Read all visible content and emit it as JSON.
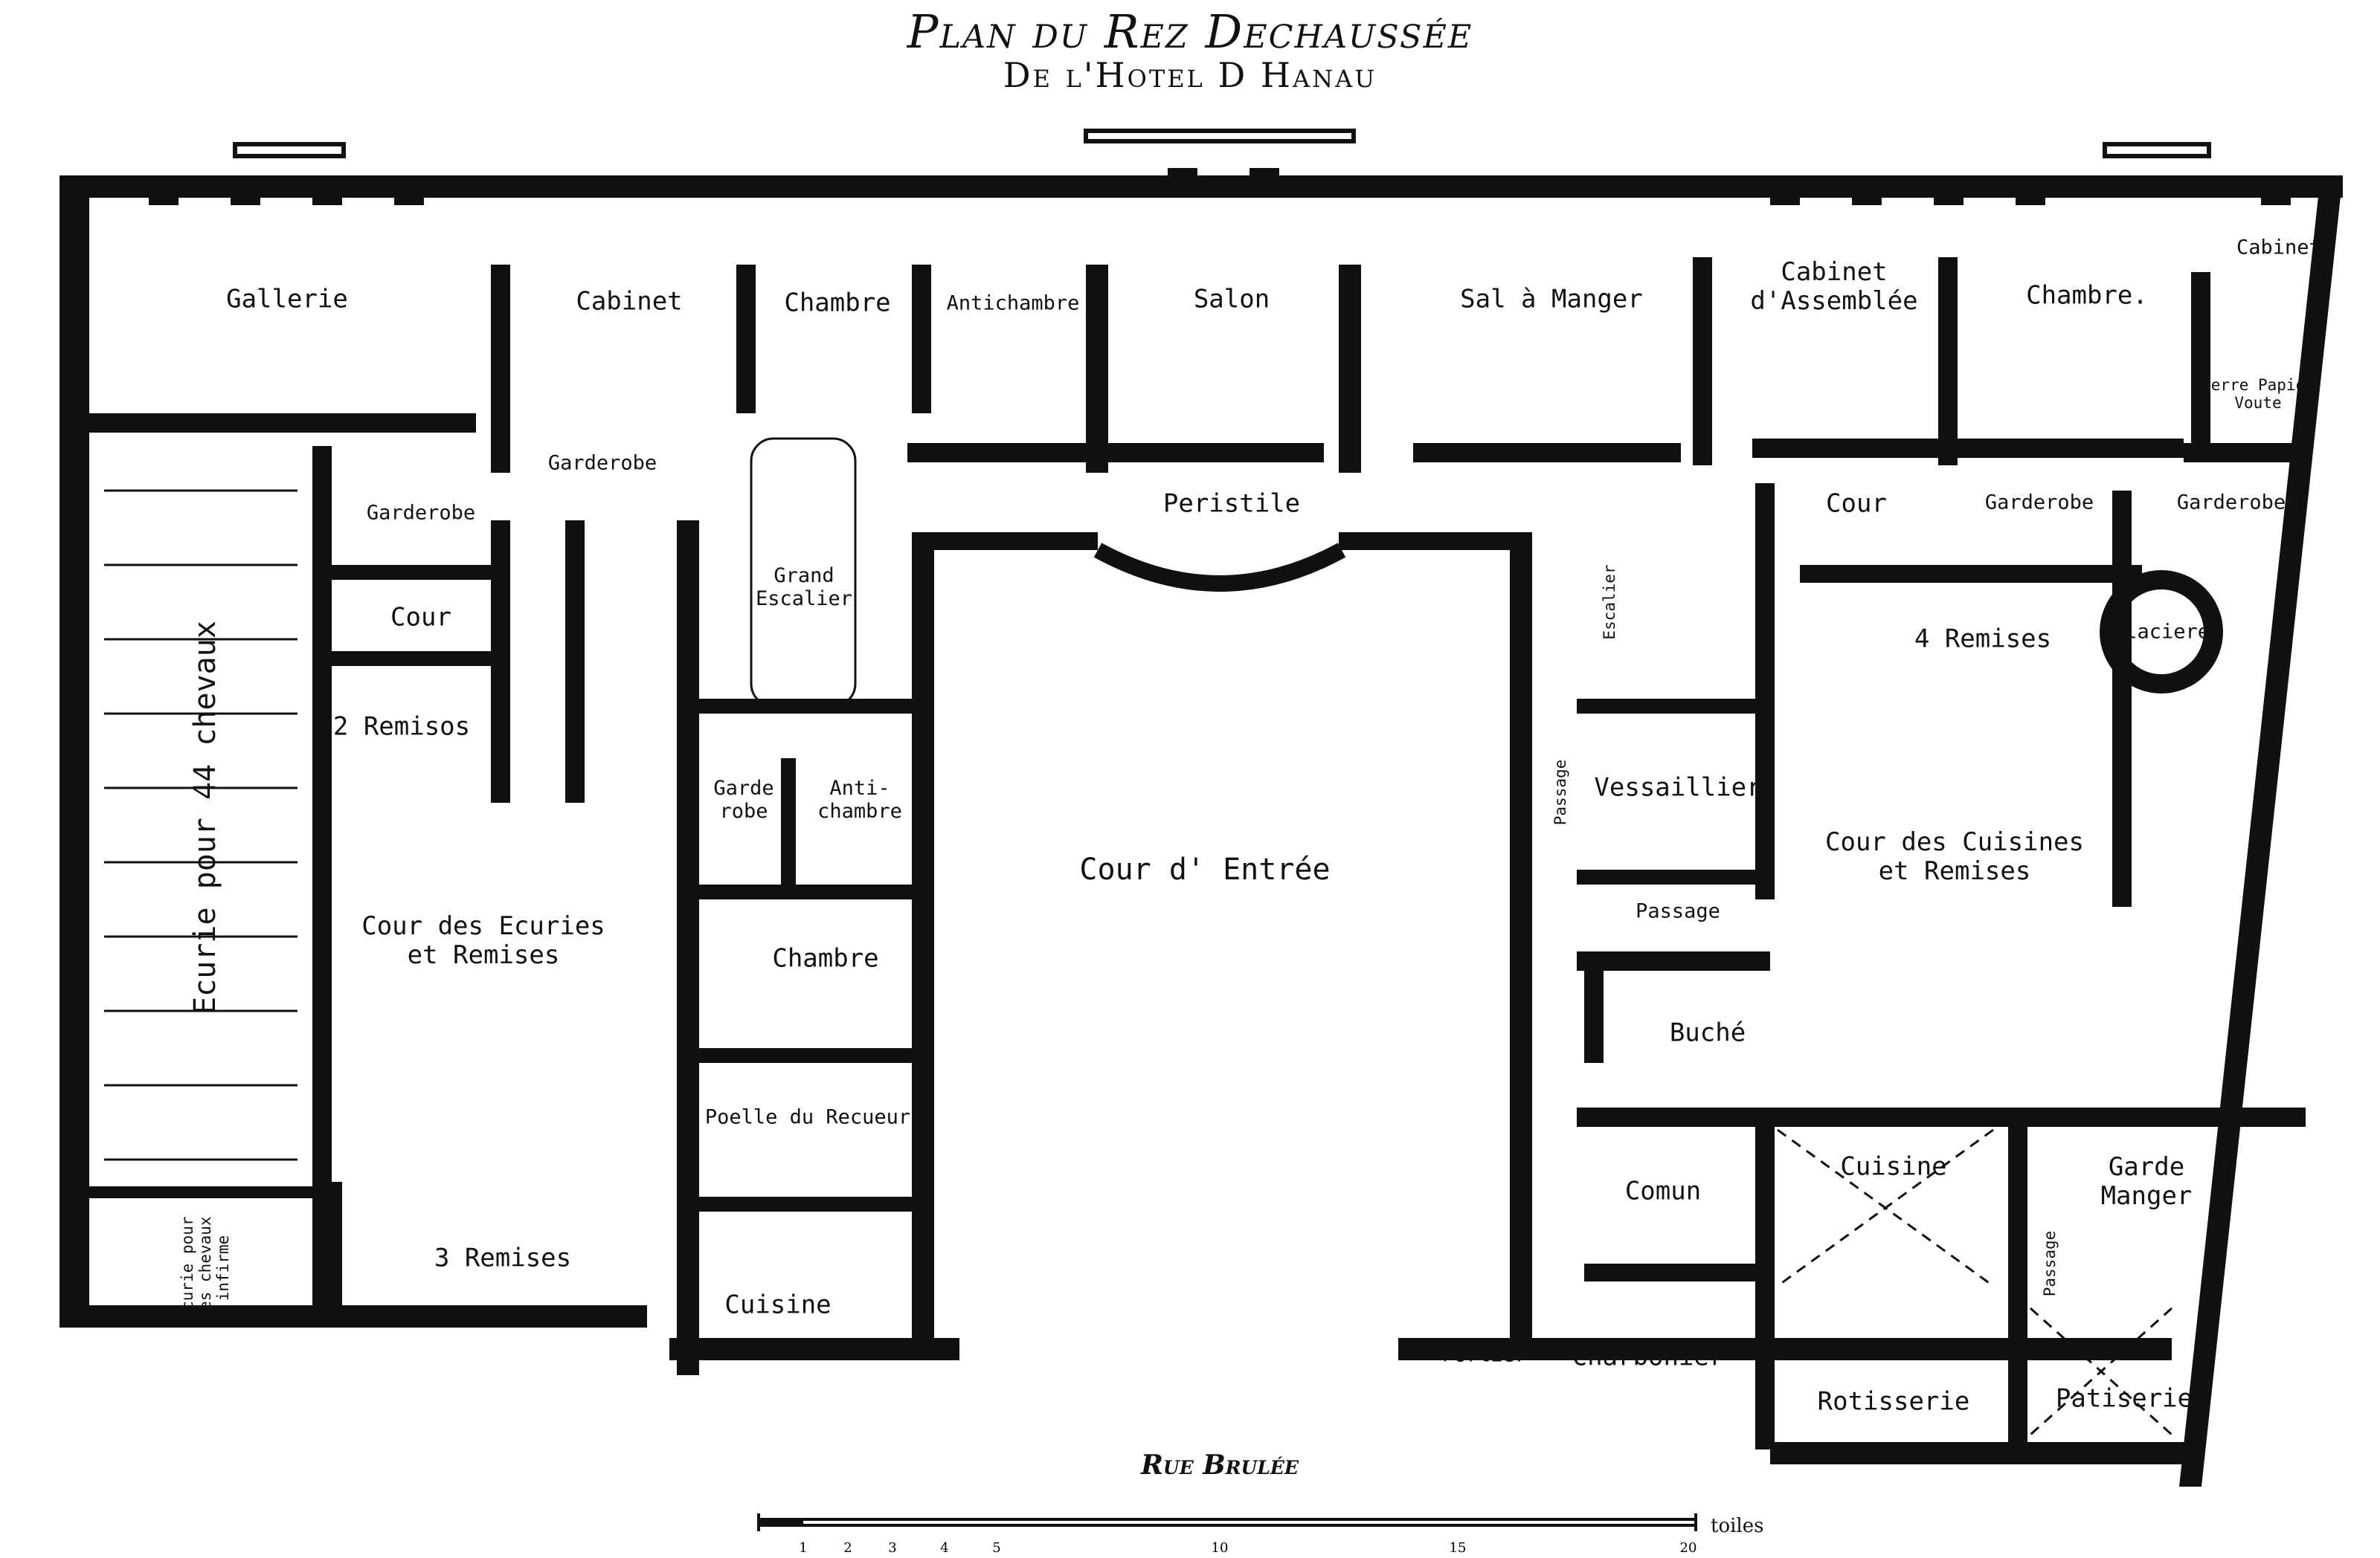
{
  "title": "Plan du Rez Dechaussée",
  "subtitle": "De l'Hotel D Hanau",
  "street": "Rue Brulée",
  "scale": {
    "unit": "toiles",
    "ticks": [
      "1",
      "2",
      "3",
      "4",
      "5",
      "10",
      "15",
      "20"
    ]
  },
  "rooms": {
    "gallerie": "Gallerie",
    "cabinet_1": "Cabinet",
    "chambre_1": "Chambre",
    "antichambre_1": "Antichambre",
    "salon": "Salon",
    "sal_a_manger": "Sal à Manger",
    "cabinet_assemblee_1": "Cabinet",
    "cabinet_assemblee_2": "d'Assemblée",
    "chambre_2": "Chambre.",
    "cabinet_2": "Cabinet.",
    "serre_papier_1": "Serre Papier",
    "serre_papier_2": "Voute",
    "garderobe_1": "Garderobe",
    "garderobe_2": "Garderobe",
    "peristile": "Peristile",
    "cour_1": "Cour",
    "cour_2": "Cour",
    "garderobe_3": "Garderobe",
    "garderobe_4": "Garderobe",
    "grand_escalier_1": "Grand",
    "grand_escalier_2": "Escalier",
    "escalier": "Escalier",
    "remises_2": "2 Remisos",
    "remises_4": "4 Remises",
    "glaciere": "Glaciere",
    "ecurie": "Ecurie pour 44 chevaux",
    "garde_robe_1": "Garde",
    "garde_robe_2": "robe",
    "anti_chambre_1": "Anti-",
    "anti_chambre_2": "chambre",
    "passage_1": "Passage",
    "vessaillier": "Vessaillier",
    "cour_entree": "Cour d' Entrée",
    "cour_ecuries_1": "Cour des Ecuries",
    "cour_ecuries_2": "et Remises",
    "cour_cuisines_1": "Cour des Cuisines",
    "cour_cuisines_2": "et Remises",
    "passage_2": "Passage",
    "chambre_3": "Chambre",
    "buche": "Buché",
    "poelle": "Poelle du Recueur",
    "cuisine_1": "Cuisine",
    "comun": "Comun",
    "garde_manger_1": "Garde",
    "garde_manger_2": "Manger",
    "passage_3": "Passage",
    "ecurie_infirme_1": "Ecurie pour",
    "ecurie_infirme_2": "les chevaux",
    "ecurie_infirme_3": "infirme",
    "remises_3": "3 Remises",
    "cuisine_2": "Cuisine",
    "portier": "Portier",
    "charbonier": "Charbonier",
    "rotisserie": "Rotisserie",
    "patisserie": "Patiserie"
  }
}
